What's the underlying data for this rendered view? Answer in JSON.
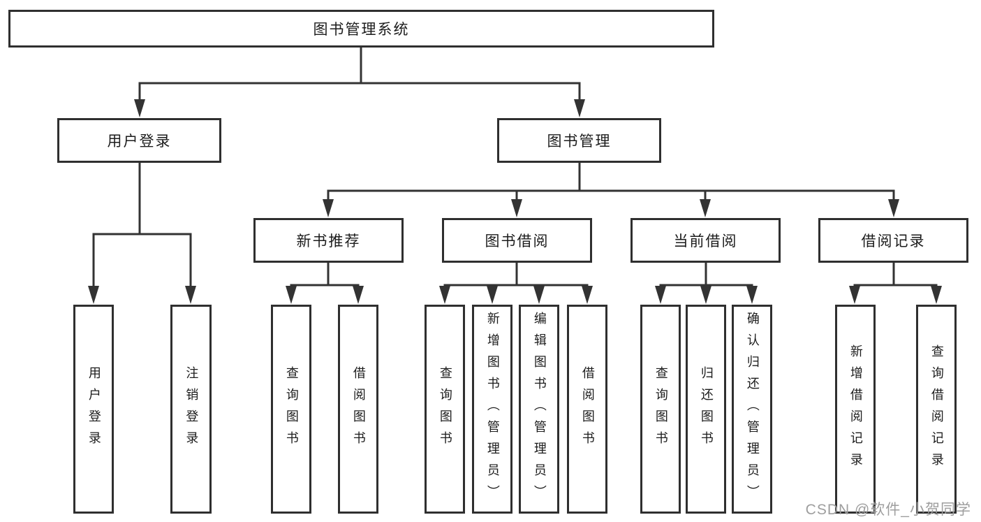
{
  "nodes": {
    "root": "图书管理系统",
    "user_login": "用户登录",
    "book_management": "图书管理",
    "new_book_recommend": "新书推荐",
    "book_borrow": "图书借阅",
    "current_borrow": "当前借阅",
    "borrow_record": "借阅记录"
  },
  "leaves": {
    "login": "用户登录",
    "logout": "注销登录",
    "recommend_query": "查询图书",
    "recommend_borrow": "借阅图书",
    "borrow_query": "查询图书",
    "borrow_add_admin": "新增图书（管理员）",
    "borrow_edit_admin": "编辑图书（管理员）",
    "borrow_borrow": "借阅图书",
    "current_query": "查询图书",
    "current_return": "归还图书",
    "current_confirm_admin": "确认归还（管理员）",
    "record_add": "新增借阅记录",
    "record_query": "查询借阅记录"
  },
  "watermark": "CSDN @软件_小贺同学",
  "colors": {
    "line": "#333333",
    "box_border": "#2f2f2f",
    "text": "#1c1c1c",
    "watermark": "#9e9e9e",
    "background": "#ffffff"
  }
}
